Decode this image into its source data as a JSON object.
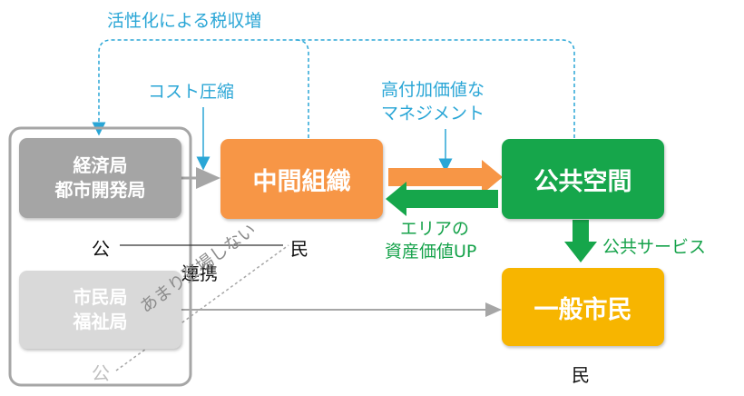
{
  "diagram": {
    "top_label": "活性化による税収増",
    "cost_label": "コスト圧縮",
    "mgmt_label": [
      "高付加価値な",
      "マネジメント"
    ],
    "area_label": [
      "エリアの",
      "資産価値UP"
    ],
    "public_service_label": "公共サービス",
    "renkei_label": "連携",
    "amari_label": "あまり登場しない",
    "ko_label": "公",
    "min_label": "民",
    "colors": {
      "orange": "#f79646",
      "green": "#16a64b",
      "gold": "#f7b500",
      "teal": "#2aa6d6"
    }
  },
  "boxes": {
    "economy": [
      "経済局",
      "都市開発局"
    ],
    "welfare": [
      "市民局",
      "福祉局"
    ],
    "middle": "中間組織",
    "public_space": "公共空間",
    "citizens": "一般市民"
  }
}
